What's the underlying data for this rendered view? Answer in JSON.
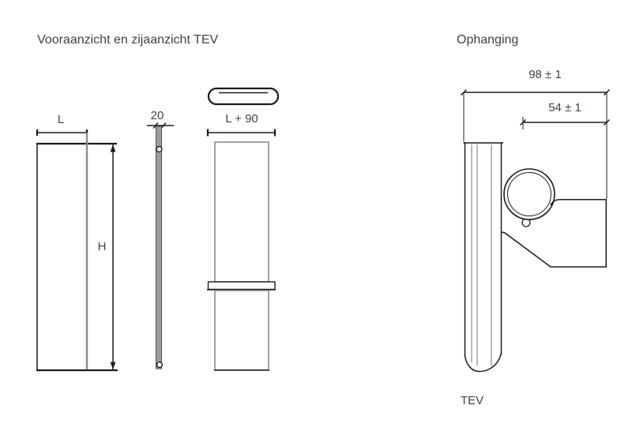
{
  "titles": {
    "front_side": "Vooraanzicht en zijaanzicht TEV",
    "mounting": "Ophanging"
  },
  "dimension_labels": {
    "width": "L",
    "height": "H",
    "depth": "20",
    "top_grille_width": "L + 90",
    "bracket_total": "98 ± 1",
    "bracket_offset": "54 ± 1"
  },
  "captions": {
    "product": "TEV"
  },
  "colors": {
    "background": "#ffffff",
    "line_dark": "#1c1c1c",
    "line_gray": "#8c8c8c",
    "profile_fill": "#9d9d9d",
    "text": "#3c434e"
  }
}
